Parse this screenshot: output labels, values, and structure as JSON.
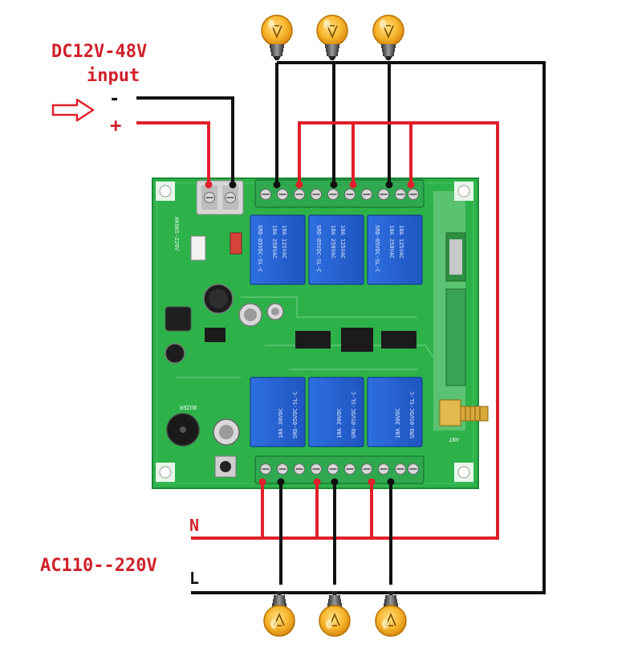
{
  "labels": {
    "dc_voltage": "DC12V-48V",
    "dc_input": "input",
    "minus": "-",
    "plus": "+",
    "neutral": "N",
    "ac_voltage": "AC110--220V",
    "live": "L"
  },
  "board": {
    "model": "AKO6S-220V",
    "buzzer": "BUZER",
    "antenna": "ANT",
    "relay_text": [
      "SRD-05VDC-SL-C",
      "10A 250VAC",
      "10A 125VAC",
      "10A 30VDC"
    ]
  },
  "colors": {
    "dc_positive_wire": "#e0202a",
    "dc_negative_wire": "#111111",
    "ac_neutral_wire": "#e0202a",
    "ac_live_wire": "#111111",
    "pcb": "#2db24a",
    "relay": "#2a66d9",
    "terminal_block": "#2fa84f",
    "bulb": "#f5a623"
  },
  "icons": {
    "input_arrow": "arrow-right-outline-icon",
    "lamp": "light-bulb-icon"
  }
}
